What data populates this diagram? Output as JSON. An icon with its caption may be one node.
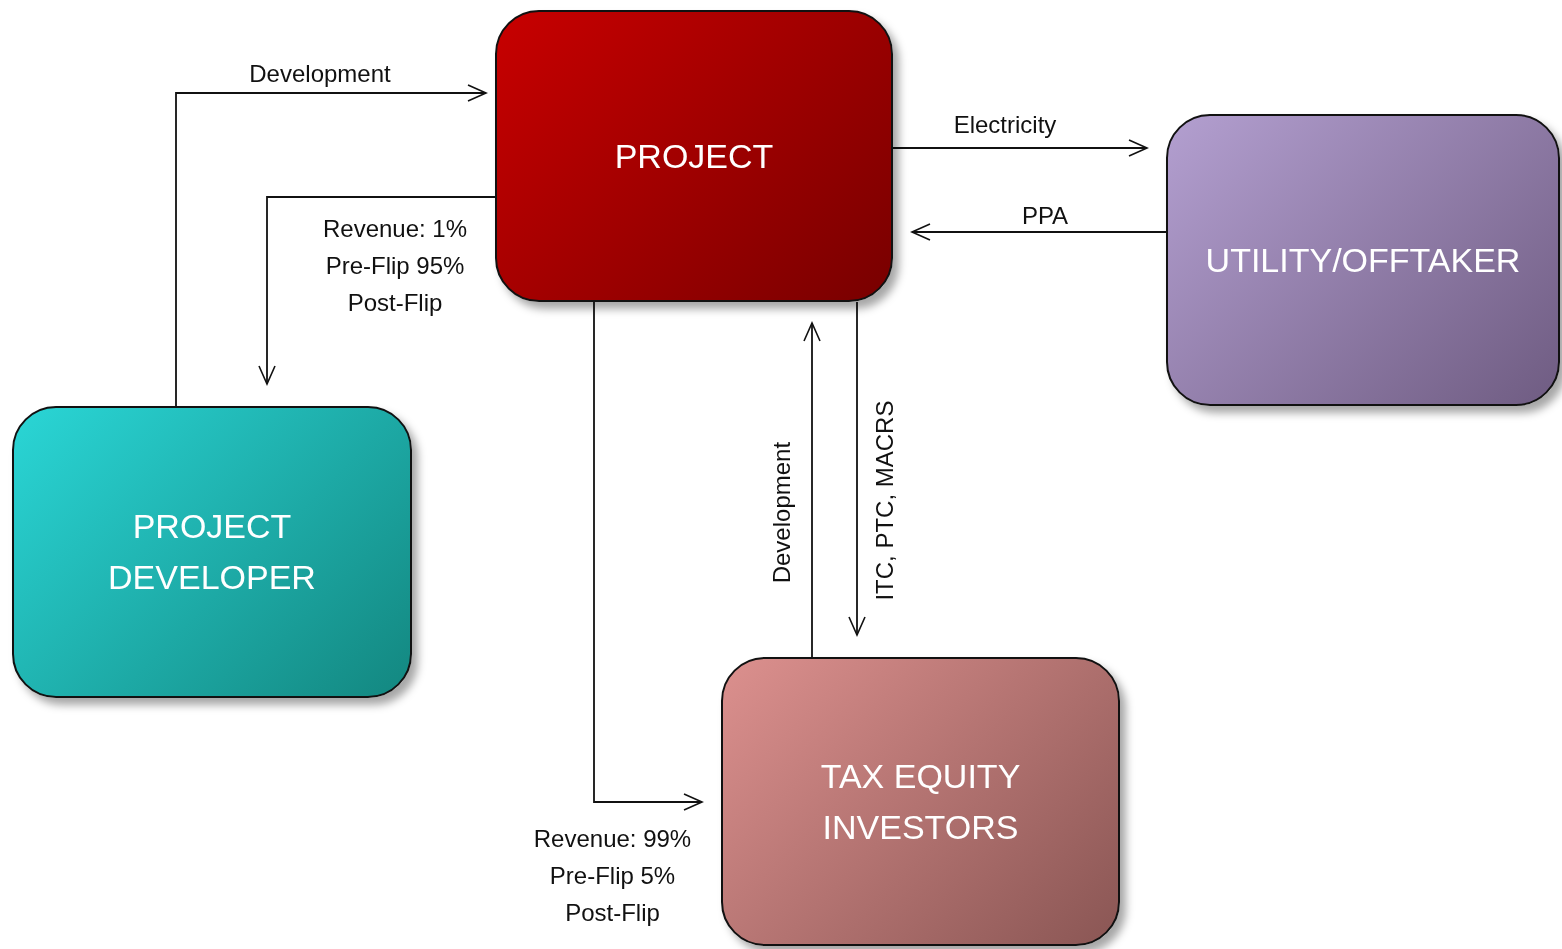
{
  "diagram": {
    "nodes": [
      {
        "text": [
          "PROJECT"
        ]
      },
      {
        "text": [
          "UTILITY/OFFTAKER"
        ]
      },
      {
        "text": [
          "PROJECT DEVELOPER"
        ]
      },
      {
        "text": [
          "TAX EQUITY INVESTORS"
        ]
      }
    ],
    "edges": [
      {
        "from": 2,
        "to": 0,
        "arrow": "to",
        "label": "Development"
      },
      {
        "from": 0,
        "to": 2,
        "arrow": "to",
        "label": "Revenue: 1% Pre-Flip 95% Post-Flip"
      },
      {
        "from": 0,
        "to": 1,
        "arrow": "to",
        "label": "Electricity"
      },
      {
        "from": 1,
        "to": 0,
        "arrow": "to",
        "label": "PPA"
      },
      {
        "from": 0,
        "to": 3,
        "arrow": "to",
        "label": "Revenue: 99% Pre-Flip 5% Post-Flip"
      },
      {
        "from": 3,
        "to": 0,
        "arrow": "to",
        "label": "Development"
      },
      {
        "from": 0,
        "to": 3,
        "arrow": "to",
        "label": "ITC, PTC, MACRS"
      }
    ]
  }
}
